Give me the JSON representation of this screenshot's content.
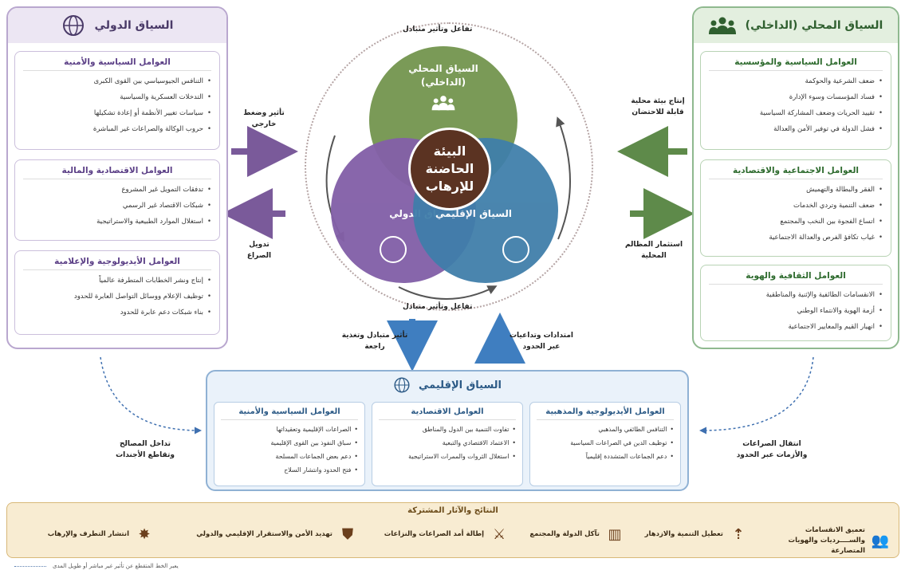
{
  "intl_panel": {
    "title": "السياق الدولي",
    "boxes": [
      {
        "title": "العوامل السياسية والأمنية",
        "items": [
          "التنافس الجيوسياسي بين القوى الكبرى",
          "التدخلات العسكرية والسياسية",
          "سياسات تغيير الأنظمة أو إعادة تشكيلها",
          "حروب الوكالة والصراعات غير المباشرة"
        ]
      },
      {
        "title": "العوامل الاقتصادية والمالية",
        "items": [
          "تدفقات التمويل غير المشروع",
          "شبكات الاقتصاد غير الرسمي",
          "استغلال الموارد الطبيعية والاستراتيجية"
        ]
      },
      {
        "title": "العوامل الأيديولوجية والإعلامية",
        "items": [
          "إنتاج ونشر الخطابات المتطرفة عالمياً",
          "توظيف الإعلام ووسائل التواصل العابرة للحدود",
          "بناء شبكات دعم عابرة للحدود"
        ]
      }
    ]
  },
  "local_panel": {
    "title": "السياق المحلي (الداخلي)",
    "boxes": [
      {
        "title": "العوامل السياسية والمؤسسية",
        "items": [
          "ضعف الشرعية والحوكمة",
          "فساد المؤسسات وسوء الإدارة",
          "تقييد الحريات وضعف المشاركة السياسية",
          "فشل الدولة في توفير الأمن والعدالة"
        ]
      },
      {
        "title": "العوامل الاجتماعية والاقتصادية",
        "items": [
          "الفقر والبطالة والتهميش",
          "ضعف التنمية وتردي الخدمات",
          "اتساع الفجوة بين النخب والمجتمع",
          "غياب تكافؤ الفرص والعدالة الاجتماعية"
        ]
      },
      {
        "title": "العوامل الثقافية والهوية",
        "items": [
          "الانقسامات الطائفية والإثنية والمناطقية",
          "أزمة الهوية والانتماء الوطني",
          "انهيار القيم والمعايير الاجتماعية"
        ]
      }
    ]
  },
  "center": {
    "local": "السياق المحلي (الداخلي)",
    "intl": "السياق الدولي",
    "regional": "السياق الإقليمي",
    "core": "البيئة الحاضنة للإرهاب"
  },
  "labels": {
    "top_interaction": "تفاعل وتأثير متبادل",
    "bottom_interaction": "تفاعل وتأثير متبادل",
    "external_pressure": "تأثير وضغط خارجي",
    "conflict_intl": "تدويل الصراع",
    "local_produce": "إنتاج بيئة محلية قابلة للاحتضان",
    "grievances": "استثمار المظالم المحلية",
    "mutual_feedback": "تأثير متبادل وتغذية راجعة",
    "cross_border": "امتدادات وتداعيات عبر الحدود",
    "interests": "تداخل المصالح وتقاطع الأجندات",
    "conflict_transfer": "انتقال الصراعات والأزمات عبر الحدود"
  },
  "regional_panel": {
    "title": "السياق الإقليمي",
    "boxes": [
      {
        "title": "العوامل الأيديولوجية والمذهبية",
        "items": [
          "التنافس الطائفي والمذهبي",
          "توظيف الدين في الصراعات السياسية",
          "دعم الجماعات المتشددة إقليمياً"
        ]
      },
      {
        "title": "العوامل الاقتصادية",
        "items": [
          "تفاوت التنمية بين الدول والمناطق",
          "الاعتماد الاقتصادي والتبعية",
          "استغلال الثروات والممرات الاستراتيجية"
        ]
      },
      {
        "title": "العوامل السياسية والأمنية",
        "items": [
          "الصراعات الإقليمية وتعقيداتها",
          "سباق النفوذ بين القوى الإقليمية",
          "دعم بعض الجماعات المسلحة",
          "فتح الحدود وانتشار السلاح"
        ]
      }
    ]
  },
  "outcomes": {
    "title": "النتائج والآثار المشتركة",
    "items": [
      {
        "label": "تعميق الانقسامات والســــرديات والهويات المتصارعة",
        "icon": "people-icon"
      },
      {
        "label": "تعطيل التنمية والازدهار",
        "icon": "growth-icon"
      },
      {
        "label": "تآكل الدولة والمجتمع",
        "icon": "buildings-icon"
      },
      {
        "label": "إطالة أمد الصراعات والنزاعات",
        "icon": "swords-icon"
      },
      {
        "label": "تهديد الأمن والاستقرار الإقليمي والدولي",
        "icon": "shield-icon"
      },
      {
        "label": "انتشار التطرف والإرهاب",
        "icon": "explosion-icon"
      }
    ]
  },
  "legend": {
    "text": "يعبر الخط المتقطع عن تأثير غير مباشر أو طويل المدى"
  },
  "colors": {
    "local": "#7a9a57",
    "intl": "#8360a8",
    "regional": "#3f7eaa",
    "core": "#5b3322",
    "outcomes_bg": "#f8ecd2"
  }
}
